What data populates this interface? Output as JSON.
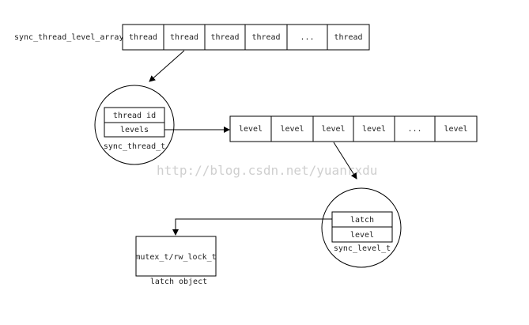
{
  "thread_array": {
    "label": "sync_thread_level_arrays",
    "cells": [
      "thread",
      "thread",
      "thread",
      "thread",
      "...",
      "thread"
    ]
  },
  "sync_thread": {
    "fields": [
      "thread id",
      "levels"
    ],
    "caption": "sync_thread_t"
  },
  "level_array": {
    "cells": [
      "level",
      "level",
      "level",
      "level",
      "...",
      "level"
    ]
  },
  "sync_level": {
    "fields": [
      "latch",
      "level"
    ],
    "caption": "sync_level_t"
  },
  "latch_object": {
    "label": "mutex_t/rw_lock_t",
    "caption": "latch object"
  },
  "watermark": "http://blog.csdn.net/yuanrxdu",
  "colors": {
    "line": "#000000",
    "watermark": "#cfcfcf"
  }
}
